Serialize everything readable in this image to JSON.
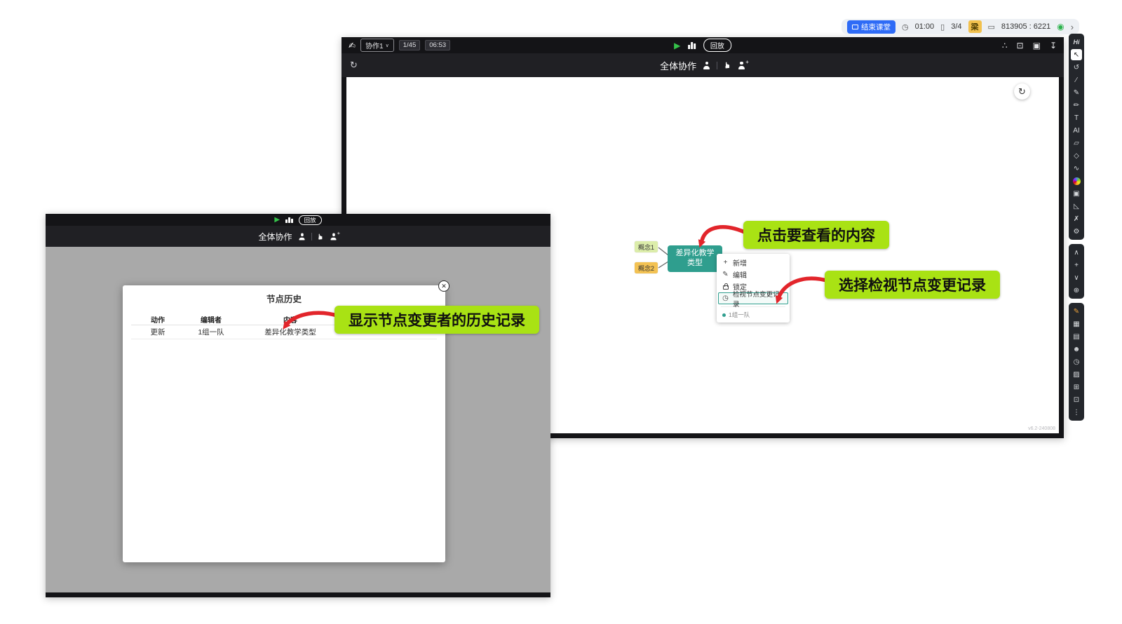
{
  "colors": {
    "annotation_bg": "#a9e214",
    "arrow_red": "#e2252b",
    "node_teal": "#2f9e8e",
    "concept1_bg": "#dcedaa",
    "concept2_bg": "#f3c253",
    "end_class_blue": "#2e6bf6",
    "badge_yellow": "#f2c14e",
    "play_green": "#35c24a"
  },
  "icons": {
    "logo": "✍",
    "play": "▶",
    "refresh": "↻",
    "thumbs_up": "☛",
    "caret": "∨",
    "share": "∴",
    "screenshot": "⊡",
    "save": "▣",
    "export": "↧",
    "clock": "◷",
    "page": "▯",
    "monitor": "▭",
    "cast": "◉",
    "chevron": "›",
    "close": "✕"
  },
  "status_bar": {
    "end_class_label": "结束课堂",
    "clock": "01:00",
    "pages": "3/4",
    "user_badge": "梁",
    "room_id": "813905 : 6221"
  },
  "right_toolbar": {
    "groups": [
      [
        {
          "name": "app-logo",
          "glyph": "Hi",
          "style": "logo"
        },
        {
          "name": "pointer-tool",
          "glyph": "↖",
          "active": true
        },
        {
          "name": "undo-icon",
          "glyph": "↺"
        },
        {
          "name": "line-tool",
          "glyph": "∕"
        },
        {
          "name": "pen-tool",
          "glyph": "✎"
        },
        {
          "name": "pencil-tool",
          "glyph": "✏"
        },
        {
          "name": "text-tool",
          "glyph": "T"
        },
        {
          "name": "ai-tool",
          "glyph": "AI"
        },
        {
          "name": "eraser-tool",
          "glyph": "▱"
        },
        {
          "name": "shapes-tool",
          "glyph": "◇"
        },
        {
          "name": "lasso-tool",
          "glyph": "∿"
        },
        {
          "name": "color-wheel",
          "style": "swatch"
        },
        {
          "name": "sticker-tool",
          "glyph": "▣"
        },
        {
          "name": "ruler-tool",
          "glyph": "◺"
        },
        {
          "name": "trash-icon",
          "glyph": "✗"
        },
        {
          "name": "settings-icon",
          "glyph": "⚙"
        }
      ],
      [
        {
          "name": "scroll-up-icon",
          "glyph": "∧"
        },
        {
          "name": "add-page-icon",
          "glyph": "+"
        },
        {
          "name": "scroll-down-icon",
          "glyph": "∨"
        },
        {
          "name": "zoom-icon",
          "glyph": "⊕"
        }
      ],
      [
        {
          "name": "quick-pen-tool",
          "glyph": "✎",
          "style": "accent"
        },
        {
          "name": "grid-icon",
          "glyph": "▦"
        },
        {
          "name": "board-icon",
          "glyph": "▤"
        },
        {
          "name": "student-icon",
          "glyph": "☻"
        },
        {
          "name": "timer-icon",
          "glyph": "◷"
        },
        {
          "name": "photo-icon",
          "glyph": "▨"
        },
        {
          "name": "apps-icon",
          "glyph": "⊞"
        },
        {
          "name": "screen-share-icon",
          "glyph": "⊡"
        },
        {
          "name": "more-icon",
          "glyph": "⋮"
        }
      ]
    ]
  },
  "front_window": {
    "titlebar": {
      "collab_tab": "协作1",
      "page_indicator": "1/45",
      "timer": "06:53",
      "replay_label": "回放"
    },
    "collab_bar": {
      "title": "全体协作"
    },
    "canvas": {
      "version": "v6.2-240808",
      "nodes": {
        "concept1": "概念1",
        "concept2": "概念2",
        "main_line1": "差异化教学",
        "main_line2": "类型"
      },
      "context_menu": {
        "items": [
          {
            "glyph": "+",
            "label": "新增"
          },
          {
            "glyph": "✎",
            "label": "编辑"
          },
          {
            "glyph": "",
            "label": "锁定"
          },
          {
            "glyph": "◷",
            "label": "检视节点变更记录"
          }
        ],
        "editor_tag": "1组一队"
      }
    }
  },
  "back_window": {
    "titlebar": {
      "replay_label": "回放"
    },
    "collab_bar": {
      "title": "全体协作"
    },
    "modal": {
      "title": "节点历史",
      "table": {
        "headers": [
          "动作",
          "编辑者",
          "内容"
        ],
        "row": [
          "更新",
          "1组一队",
          "差异化教学类型"
        ]
      }
    }
  },
  "annotations": {
    "click_content": "点击要查看的内容",
    "select_record": "选择检视节点变更记录",
    "show_history": "显示节点变更者的历史记录"
  }
}
